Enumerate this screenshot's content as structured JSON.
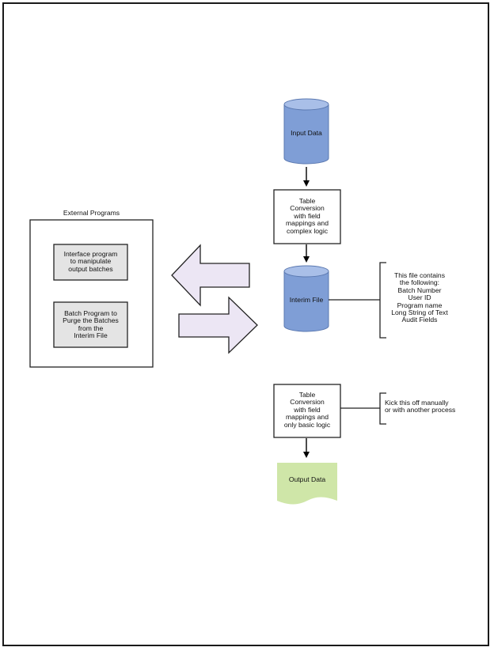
{
  "diagram": {
    "external_programs": {
      "title": "External Programs",
      "interface_program": "Interface program\nto manipulate\noutput batches",
      "batch_program": "Batch Program to\nPurge the Batches\nfrom the\nInterim File"
    },
    "input_data": "Input Data",
    "table_conversion_1": "Table\nConversion\nwith field\nmappings and\ncomplex logic",
    "interim_file": "Interim File",
    "interim_note": "This file contains\nthe following:\nBatch Number\nUser ID\nProgram name\nLong String of Text\nAudit Fields",
    "table_conversion_2": "Table\nConversion\nwith field\nmappings and\nonly basic logic",
    "kick_note": "Kick this off manually\nor with another process",
    "output_data": "Output Data",
    "colors": {
      "cylinder_fill": "#7f9ed6",
      "cylinder_top": "#a9bfe8",
      "arrow_fill": "#ece6f4",
      "program_box_fill": "#e4e4e4",
      "output_fill": "#cfe6a8"
    }
  }
}
